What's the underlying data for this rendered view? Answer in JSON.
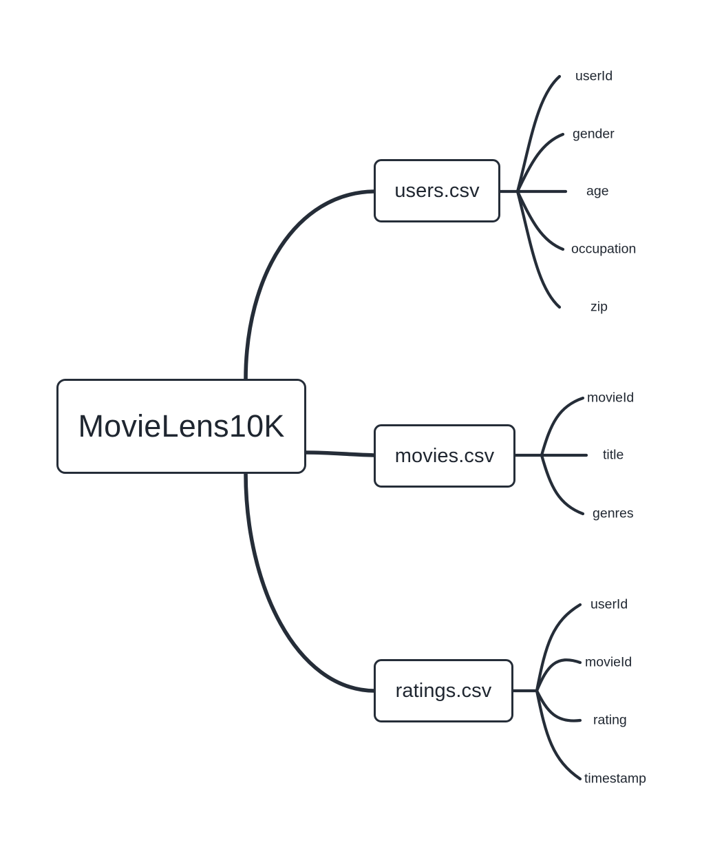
{
  "diagram": {
    "type": "mindmap",
    "orientation": "left-to-right",
    "background_color": "#ffffff",
    "stroke_color": "#252d38",
    "text_color": "#1f2630",
    "root": {
      "label": "MovieLens10K",
      "branches": [
        {
          "label": "users.csv",
          "leaves": [
            {
              "label": "userId"
            },
            {
              "label": "gender"
            },
            {
              "label": "age"
            },
            {
              "label": "occupation"
            },
            {
              "label": "zip"
            }
          ]
        },
        {
          "label": "movies.csv",
          "leaves": [
            {
              "label": "movieId"
            },
            {
              "label": "title"
            },
            {
              "label": "genres"
            }
          ]
        },
        {
          "label": "ratings.csv",
          "leaves": [
            {
              "label": "userId"
            },
            {
              "label": "movieId"
            },
            {
              "label": "rating"
            },
            {
              "label": "timestamp"
            }
          ]
        }
      ]
    }
  }
}
